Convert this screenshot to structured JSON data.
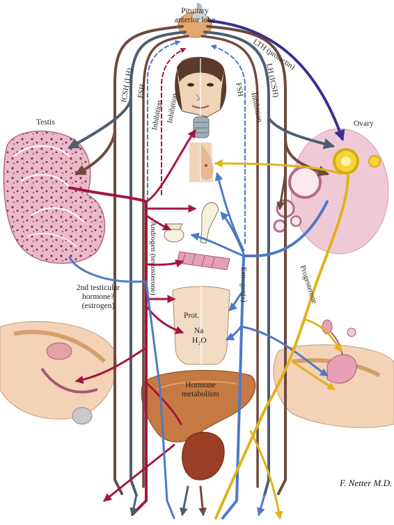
{
  "labels": {
    "pituitary": [
      "Pituitary",
      "anterior lobe"
    ],
    "testis": "Testis",
    "ovary": "Ovary",
    "icsh_lh": "ICSH (LH)",
    "fsh_left": "FSH",
    "inhibition_1": "Inhibition",
    "inhibition_2": "Inhibition",
    "inhibition_right": "Inhibition",
    "fsh_right": "FSH",
    "lh_icsh": "LH (ICSH)",
    "lth": "LTH (prolactin)",
    "second_hormone": [
      "2nd testicular",
      "hormone?",
      "(estrogen)"
    ],
    "androgen": "Androgen (testosterone)",
    "estrogens": "Estrogen(s)",
    "progesterone": "Progesterone",
    "prot": "Prot.",
    "na": "Na",
    "h2o": "H₂O",
    "hormone_metabolism": [
      "Hormone",
      "metabolism"
    ],
    "signature": "F. Netter M.D."
  },
  "colors": {
    "brown": "#6e4a3e",
    "slate": "#4f5e6e",
    "crimson": "#a3173d",
    "blue": "#4c7ac4",
    "yellow": "#e0b21c",
    "purple": "#3d2f8f",
    "liver": "#c67a43",
    "skin": "#f3dcc4",
    "testis_pink": "#e7b8c6",
    "ovary_pink": "#f0c9d6"
  }
}
